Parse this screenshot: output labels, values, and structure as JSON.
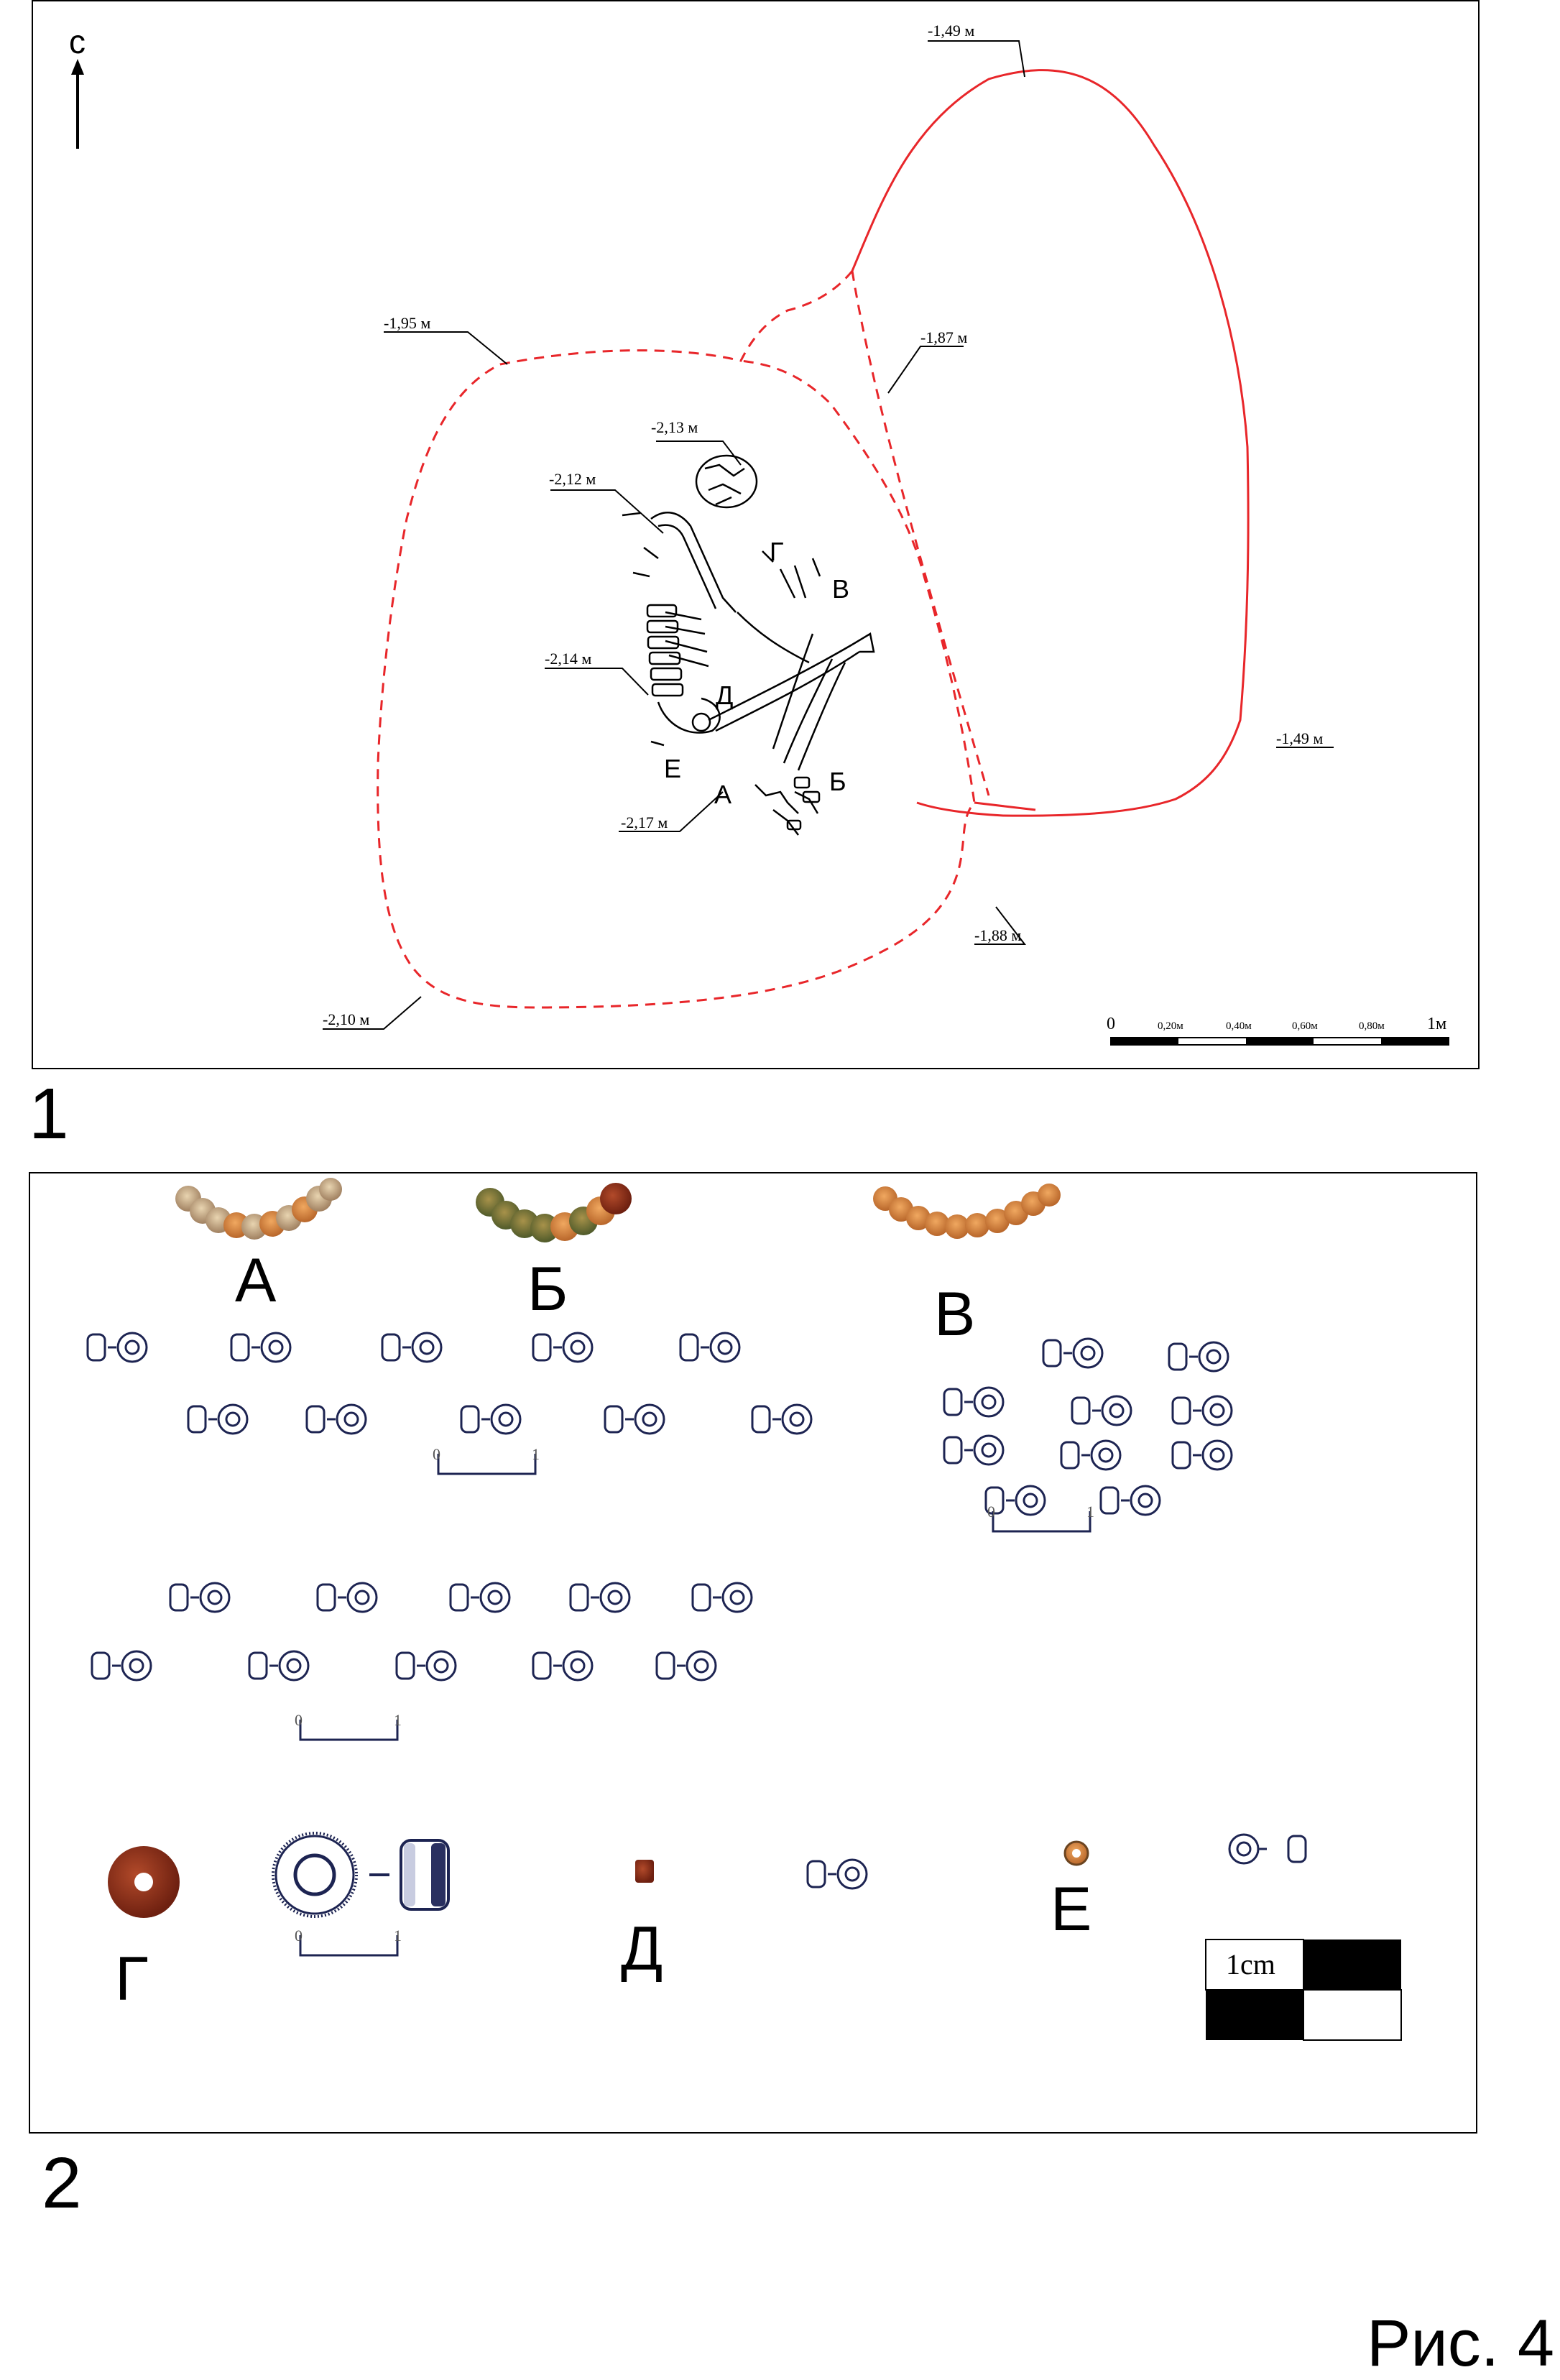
{
  "figure": {
    "caption": "Рис. 4"
  },
  "panel1": {
    "number": "1",
    "north": "с",
    "depths": {
      "top": "-1,49 м",
      "right": "-1,49 м",
      "mid": "-1,87 м",
      "upper_left": "-1,95 м",
      "skull": "-2,13 м",
      "shoulder": "-2,12 м",
      "spine": "-2,14 м",
      "feet": "-2,17 м",
      "lower_right": "-1,88 м",
      "bottom_left": "-2,10 м"
    },
    "finds": [
      "А",
      "Б",
      "В",
      "Г",
      "Д",
      "Е"
    ],
    "scale": {
      "ticks": [
        "0",
        "0,20м",
        "0,40м",
        "0,60м",
        "0,80м",
        "1м"
      ]
    },
    "colors": {
      "pit_outline": "#e8262a",
      "drawing": "#000000"
    }
  },
  "panel2": {
    "number": "2",
    "groups": [
      "А",
      "Б",
      "В",
      "Г",
      "Д",
      "Е"
    ],
    "scale_bar": {
      "start": "0",
      "end": "1"
    },
    "legend_scale": "1cm",
    "colors": {
      "bead_outline": "#1d2452",
      "carnelian": "#8a2e18",
      "amber": "#d88a3a",
      "green_stone": "#6f7a3a"
    }
  }
}
